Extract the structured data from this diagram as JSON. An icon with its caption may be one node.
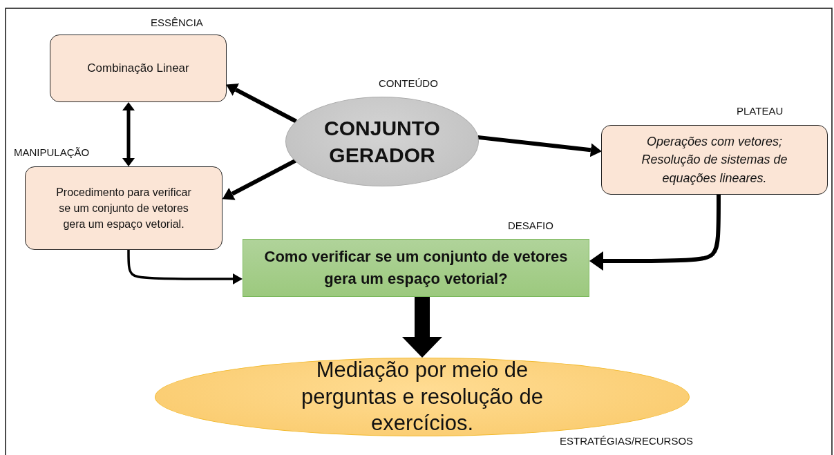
{
  "diagram": {
    "nodes": [
      {
        "text": [
          "Combinação Linear"
        ],
        "beside": [
          "ESSÊNCIA"
        ]
      },
      {
        "text": [
          "CONJUNTO GERADOR"
        ],
        "beside": [
          "CONTEÚDO"
        ]
      },
      {
        "text": [
          "Procedimento para verificar se um conjunto de vetores gera um espaço vetorial."
        ],
        "beside": [
          "MANIPULAÇÃO"
        ]
      },
      {
        "text": [
          "Operações com vetores; Resolução de sistemas de equações lineares."
        ],
        "beside": [
          "PLATEAU"
        ]
      },
      {
        "text": [
          "Como verificar se um conjunto de vetores gera um espaço vetorial?"
        ],
        "beside": [
          "DESAFIO"
        ]
      },
      {
        "text": [
          "Mediação por meio de perguntas e resolução de exercícios."
        ],
        "beside": [
          "ESTRATÉGIAS/RECURSOS"
        ]
      }
    ],
    "edges": [
      {
        "from": 1,
        "to": 0,
        "arrow": "to"
      },
      {
        "from": 1,
        "to": 2,
        "arrow": "to"
      },
      {
        "from": 1,
        "to": 3,
        "arrow": "to"
      },
      {
        "from": 0,
        "to": 2,
        "arrow": "both"
      },
      {
        "from": 2,
        "to": 4,
        "arrow": "to"
      },
      {
        "from": 3,
        "to": 4,
        "arrow": "to"
      },
      {
        "from": 4,
        "to": 5,
        "arrow": "to",
        "style": "thick"
      }
    ]
  }
}
